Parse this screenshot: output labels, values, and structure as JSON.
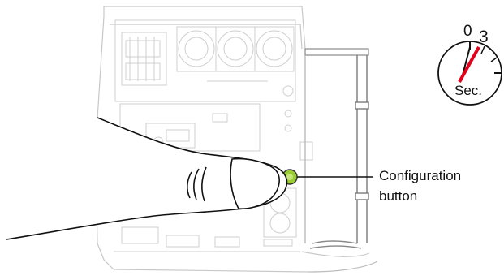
{
  "callout": {
    "line1": "Configuration",
    "line2": "button"
  },
  "timer": {
    "start_label": "0",
    "end_label": "3",
    "unit_label": "Sec.",
    "hand_color": "#e3001b"
  },
  "button": {
    "color": "#9acd32"
  },
  "illustration": {
    "device": "circuit-board-device",
    "finger": "pressing-finger"
  }
}
